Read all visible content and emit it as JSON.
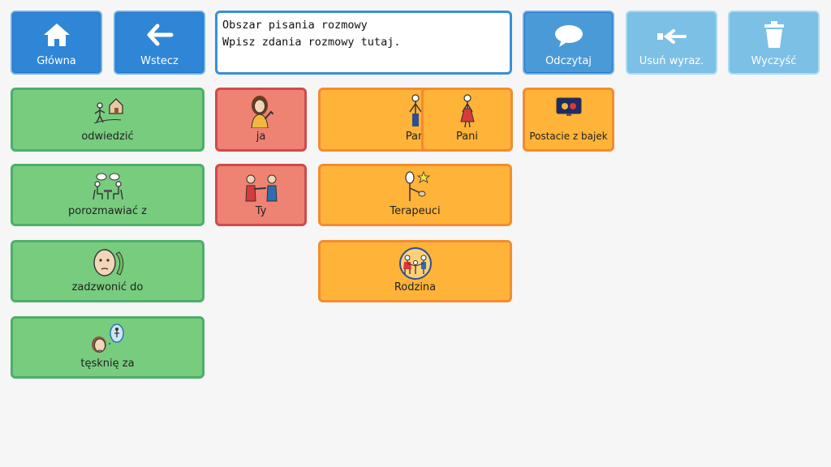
{
  "toolbar": {
    "home": "Główna",
    "back": "Wstecz",
    "speak": "Odczytaj",
    "delete_word": "Usuń wyraz.",
    "clear": "Wyczyść"
  },
  "message": {
    "line1": "Obszar pisania rozmowy",
    "line2": "Wpisz zdania rozmowy tutaj."
  },
  "verbs": {
    "visit": "odwiedzić",
    "talk": "porozmawiać z",
    "call": "zadzwonić do",
    "miss": "tęsknię za"
  },
  "pronouns": {
    "me": "ja",
    "you": "Ty"
  },
  "people": {
    "mr": "Pan",
    "mrs": "Pani",
    "characters": "Postacie z bajek",
    "therapists": "Terapeuci",
    "family": "Rodzina"
  },
  "colors": {
    "verb_green": "#78cc7e",
    "pronoun_red": "#ee8273",
    "noun_orange": "#ffb338",
    "toolbar_blue": "#2f86d6"
  }
}
